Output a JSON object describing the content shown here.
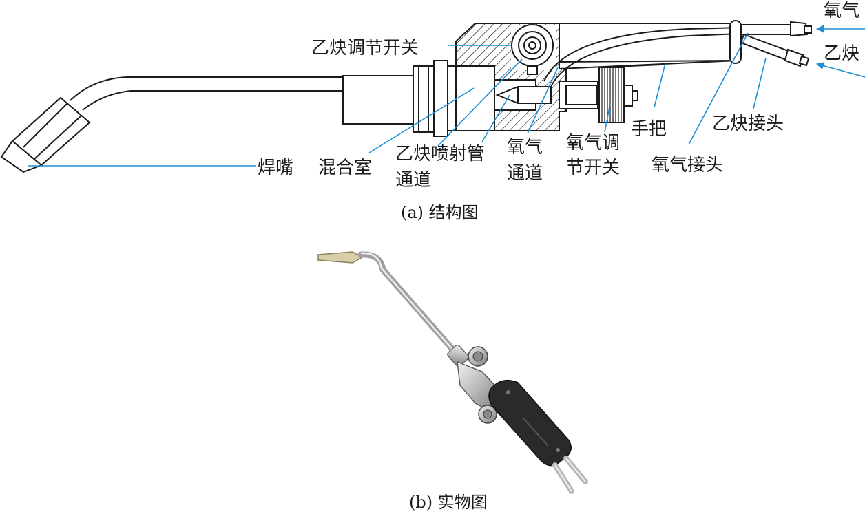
{
  "colors": {
    "leader": "#1a8fd6",
    "ink": "#1a1a1a",
    "handle": "#2a2a2a",
    "metal": "#c8c8c8"
  },
  "labels": {
    "acetylene_valve": "乙炔调节开关",
    "oxygen_in": "氧气",
    "acetylene_in": "乙炔",
    "handle": "手把",
    "acetylene_connector": "乙炔接头",
    "oxygen_connector": "氧气接头",
    "tip": "焊嘴",
    "mixing_chamber": "混合室",
    "injector_line1": "乙炔喷射管",
    "injector_line2": "通道",
    "oxygen_channel_line1": "氧气",
    "oxygen_channel_line2": "通道",
    "oxygen_valve_line1": "氧气调",
    "oxygen_valve_line2": "节开关"
  },
  "captions": {
    "structure": "(a) 结构图",
    "photo": "(b) 实物图"
  }
}
